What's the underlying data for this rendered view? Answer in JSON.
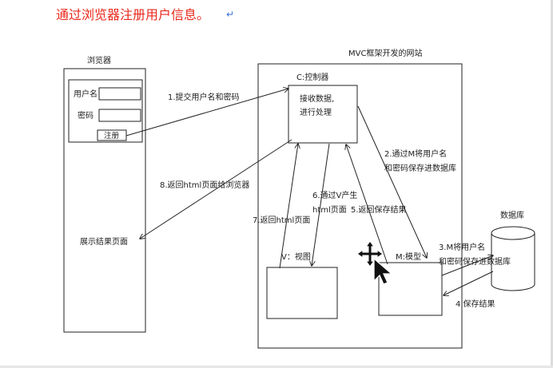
{
  "title": "通过浏览器注册用户信息。",
  "title_mark": "↵",
  "browser": {
    "label": "浏览器",
    "username_label": "用户名",
    "password_label": "密码",
    "register_button": "注册",
    "result_label": "展示结果页面"
  },
  "site": {
    "label": "MVC框架开发的网站",
    "controller": {
      "label": "C:控制器",
      "line1": "接收数据,",
      "line2": "进行处理"
    },
    "view_label": "V：视图",
    "model_label": "M:模型"
  },
  "database_label": "数据库",
  "steps": {
    "s1": "1.提交用户名和密码",
    "s2a": "2.通过M将用户名",
    "s2b": "和密码保存进数据库",
    "s3a": "3.M将用户名",
    "s3b": "和密码保存进数据库",
    "s4": "4.保存结果",
    "s5": "5.返回保存结果",
    "s6a": "6.通过V产生",
    "s6b": "html页面",
    "s7": "7.返回html页面",
    "s8": "8.返回html页面给浏览器"
  },
  "colors": {
    "title": "#e8291c",
    "title_mark": "#3a6fd8",
    "line": "#222222",
    "text": "#222222"
  }
}
